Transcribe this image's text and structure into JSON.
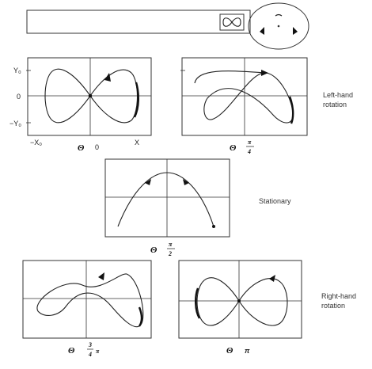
{
  "axis_labels": {
    "y_top": "Y₀",
    "y_mid": "0",
    "y_bot": "−Y₀",
    "x_left": "−X₀",
    "x_right": "X"
  },
  "panels": [
    {
      "theta": "Θ",
      "value": "0"
    },
    {
      "theta": "Θ",
      "num": "π",
      "den": "4"
    },
    {
      "theta": "Θ",
      "num": "π",
      "den": "2"
    },
    {
      "theta": "Θ",
      "num": "3",
      "den": "4",
      "suffix": "π"
    },
    {
      "theta": "Θ",
      "value": "π"
    }
  ],
  "side_labels": {
    "left_hand_1": "Left-hand",
    "left_hand_2": "rotation",
    "stationary": "Stationary",
    "right_hand_1": "Right-hand",
    "right_hand_2": "rotation"
  }
}
